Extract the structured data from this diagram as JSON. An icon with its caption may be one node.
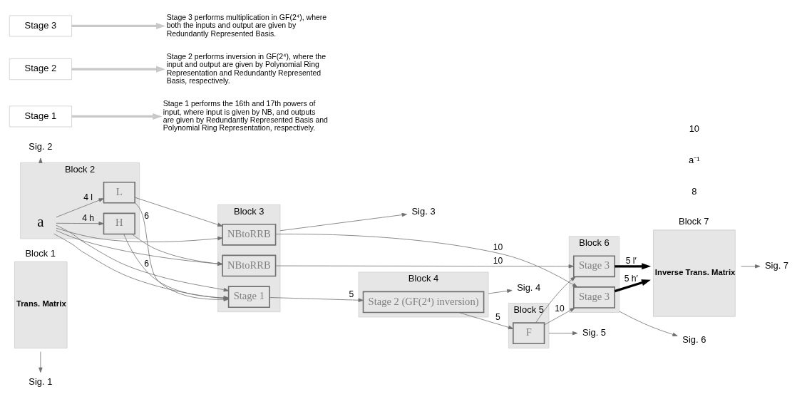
{
  "diagram": {
    "nodes": [
      {
        "text": [
          "Block 1",
          "Trans. Matrix"
        ]
      },
      {
        "text": [
          "Block 2"
        ]
      },
      {
        "text": [
          "a"
        ],
        "in": 1
      },
      {
        "text": [
          "H"
        ],
        "in": 1
      },
      {
        "text": [
          "L"
        ],
        "in": 1
      },
      {
        "text": [
          "Block 3"
        ]
      },
      {
        "text": [
          "NBtoRRB"
        ],
        "in": 5
      },
      {
        "text": [
          "Stage 1"
        ],
        "in": 5
      },
      {
        "text": [
          "NBtoRRB"
        ],
        "in": 5
      },
      {
        "text": [
          "Block 4"
        ]
      },
      {
        "text": [
          "Stage 2 (GF(2⁴) inversion)"
        ],
        "in": 9
      },
      {
        "text": [
          "Block 5"
        ]
      },
      {
        "text": [
          "F"
        ],
        "in": 11
      },
      {
        "text": [
          "Block 6"
        ]
      },
      {
        "text": [
          "Stage 3"
        ],
        "in": 13
      },
      {
        "text": [
          "Stage 3"
        ],
        "in": 13
      },
      {
        "text": [
          "Block 7",
          "Inverse Trans. Matrix"
        ]
      },
      {
        "text": [
          "Sig. 1"
        ]
      },
      {
        "text": [
          "Sig. 2"
        ]
      },
      {
        "text": [
          "Sig. 3"
        ]
      },
      {
        "text": [
          "Sig. 4"
        ]
      },
      {
        "text": [
          "Sig. 5"
        ]
      },
      {
        "text": [
          "Sig. 6"
        ]
      },
      {
        "text": [
          "Sig. 7"
        ]
      },
      {
        "text": [
          "Stage 1"
        ]
      },
      {
        "text": [
          "Stage 1 performs the 16th and 17th powers of input, where input is given by NB, and outputs are given by Redundantly Represented Basis and Polynomial Ring Representation, respectively."
        ]
      },
      {
        "text": [
          "Stage 2"
        ]
      },
      {
        "text": [
          "Stage 2 performs inversion in GF(2⁴), where the input and output are given by Polynomial Ring Representation and Redundantly Represented Basis, respectively."
        ]
      },
      {
        "text": [
          "Stage 3"
        ]
      },
      {
        "text": [
          "Stage 3 performs multiplication in GF(2⁴), where both the inputs and output are given by Redundantly Represented Basis."
        ]
      }
    ],
    "edges": [
      {
        "from": 2,
        "to": 3,
        "arrow": "to",
        "label": "4 h"
      },
      {
        "from": 2,
        "to": 4,
        "arrow": "to",
        "label": "4 l"
      },
      {
        "from": 2,
        "to": 7,
        "arrow": "to"
      },
      {
        "from": 2,
        "to": 8,
        "arrow": "to"
      },
      {
        "from": 2,
        "to": 6,
        "arrow": "to"
      },
      {
        "from": 2,
        "to": 7,
        "arrow": "to"
      },
      {
        "from": 3,
        "to": 7,
        "arrow": "to",
        "label": "6"
      },
      {
        "from": 3,
        "to": 8,
        "arrow": "to"
      },
      {
        "from": 4,
        "to": 7,
        "arrow": "to",
        "label": "6"
      },
      {
        "from": 4,
        "to": 6,
        "arrow": "to"
      },
      {
        "from": 6,
        "to": 14,
        "arrow": "to",
        "label": "10"
      },
      {
        "from": 7,
        "to": 10,
        "arrow": "to",
        "label": "5"
      },
      {
        "from": 8,
        "to": 15,
        "arrow": "to",
        "label": "10"
      },
      {
        "from": 10,
        "to": 12,
        "arrow": "to",
        "label": "5"
      },
      {
        "from": 12,
        "to": 14,
        "arrow": "to",
        "label": "10"
      },
      {
        "from": 12,
        "to": 15,
        "arrow": "to"
      },
      {
        "from": 14,
        "to": 16,
        "arrow": "to",
        "label": "5 h′",
        "style": "thick",
        "color": "#000000"
      },
      {
        "from": 15,
        "to": 16,
        "arrow": "to",
        "label": "5 l′",
        "style": "thick",
        "color": "#000000"
      },
      {
        "from": 0,
        "to": 17,
        "arrow": "to"
      },
      {
        "from": 1,
        "to": 18,
        "arrow": "to"
      },
      {
        "from": 5,
        "to": 19,
        "arrow": "to"
      },
      {
        "from": 9,
        "to": 20,
        "arrow": "to"
      },
      {
        "from": 11,
        "to": 21,
        "arrow": "to"
      },
      {
        "from": 13,
        "to": 22,
        "arrow": "to"
      },
      {
        "from": 16,
        "to": 23,
        "arrow": "to"
      },
      {
        "from": 24,
        "to": 25,
        "arrow": "to",
        "style": "thick",
        "color": "#c8c8c8"
      },
      {
        "from": 26,
        "to": 27,
        "arrow": "to",
        "style": "thick",
        "color": "#c8c8c8"
      },
      {
        "from": 28,
        "to": 29,
        "arrow": "to",
        "style": "thick",
        "color": "#c8c8c8"
      }
    ],
    "labels": [
      "8",
      "a⁻¹",
      "10"
    ]
  }
}
